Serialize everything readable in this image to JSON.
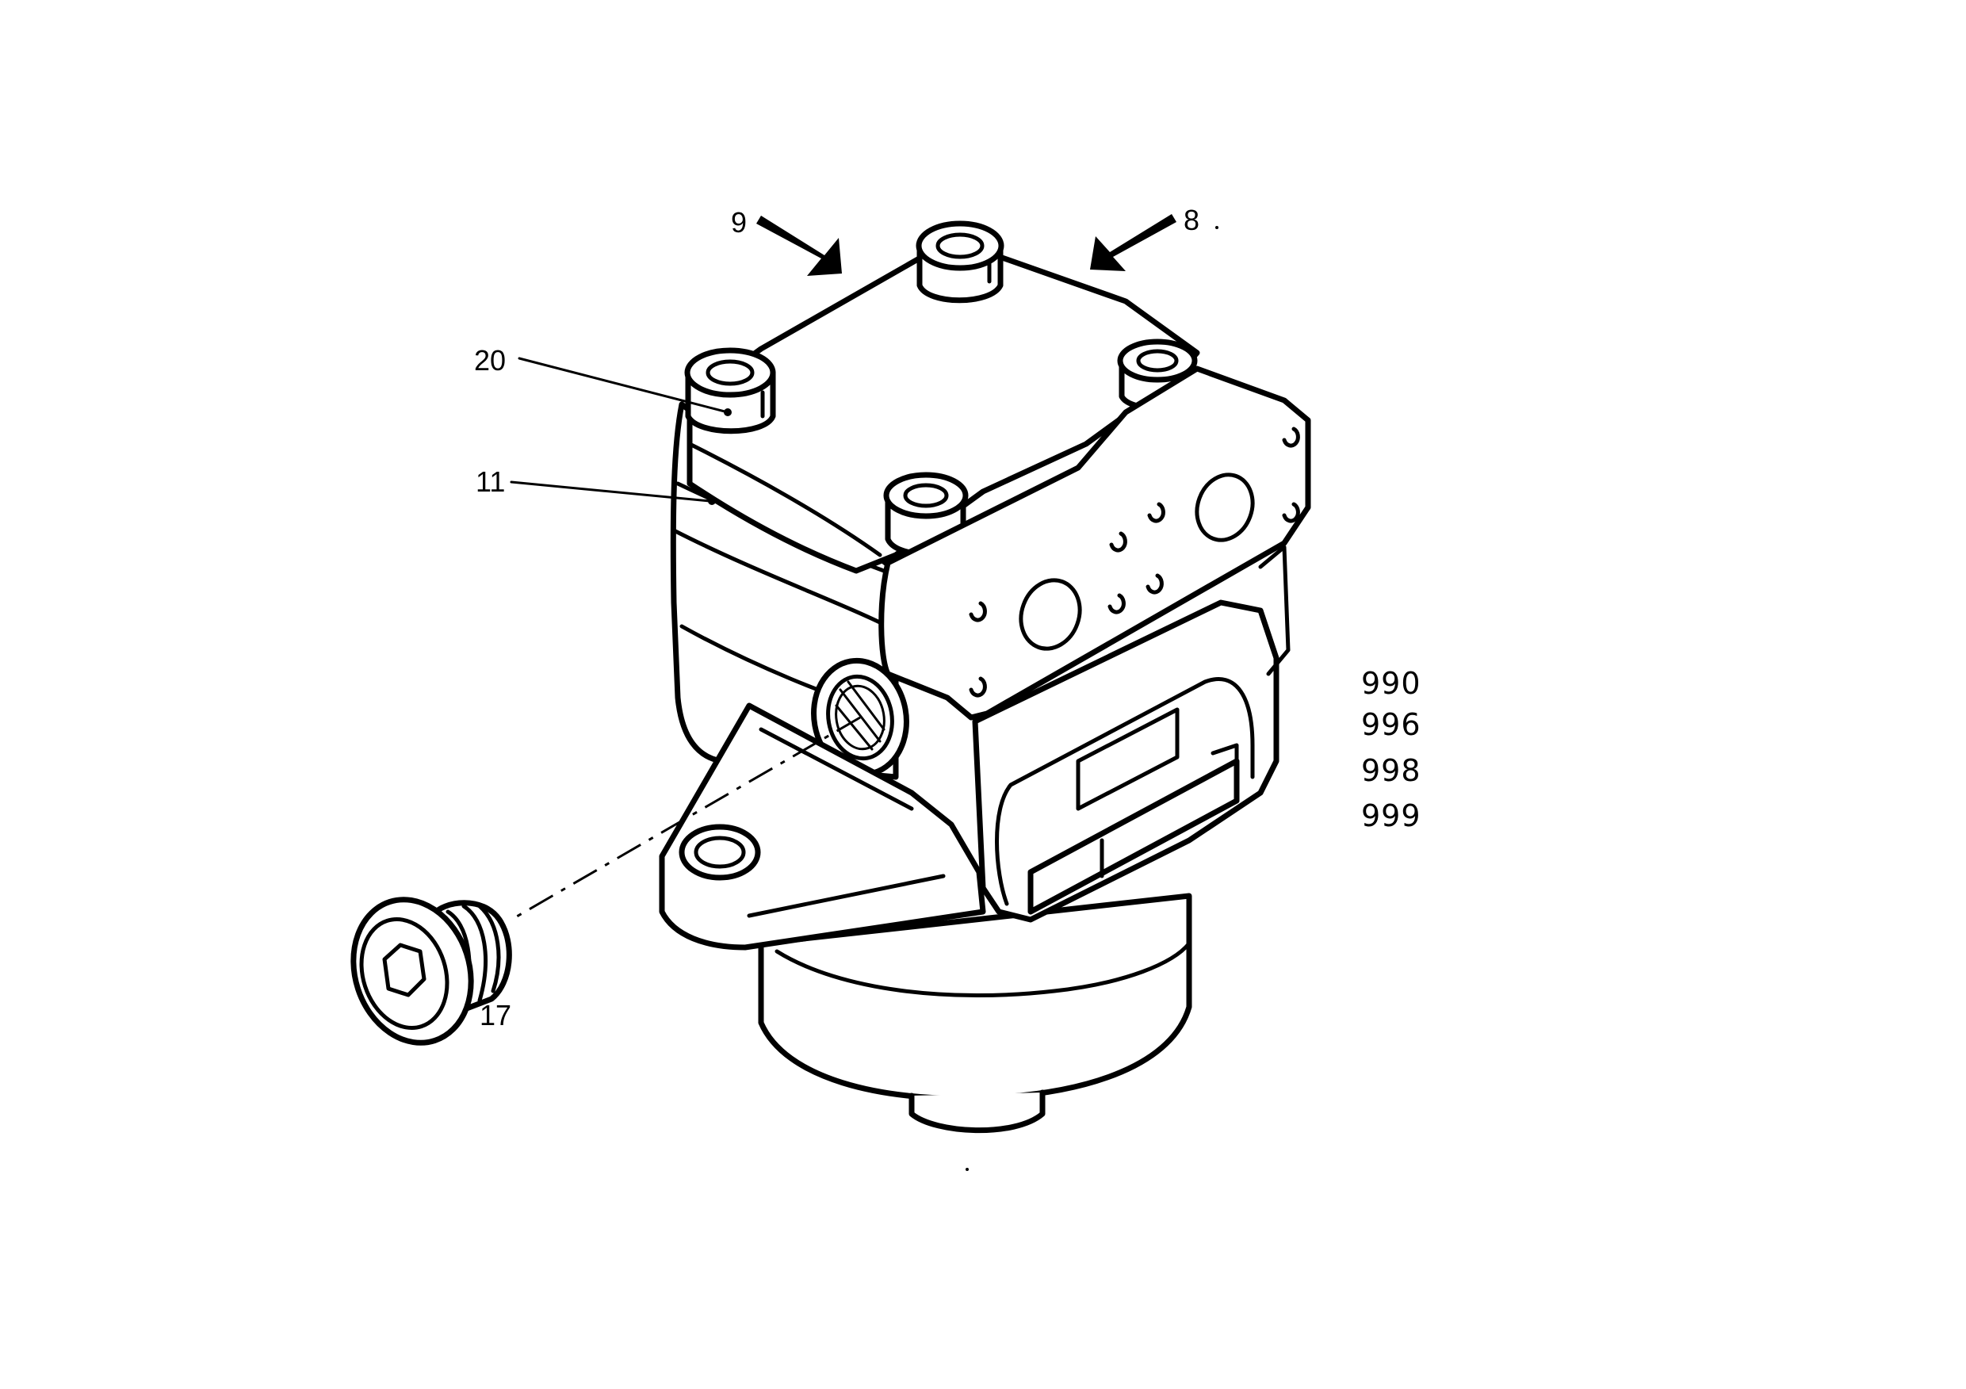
{
  "callouts": {
    "part_9": "9",
    "part_8": "8",
    "part_20": "20",
    "part_11": "11",
    "part_17": "17"
  },
  "reference_codes": [
    "990",
    "996",
    "998",
    "999"
  ],
  "colors": {
    "line": "#000000",
    "background": "#ffffff"
  }
}
